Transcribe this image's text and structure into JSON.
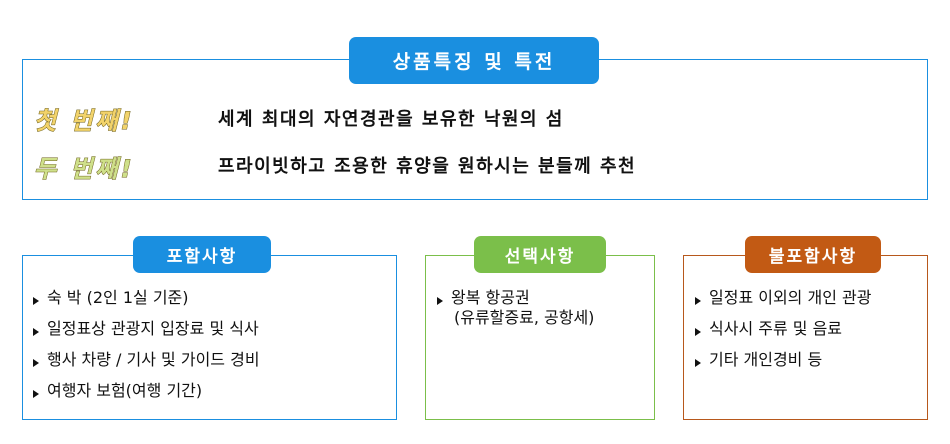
{
  "features": {
    "title": "상품특징 및 특전",
    "rows": [
      {
        "badge": "첫 번째!",
        "text": "세계 최대의 자연경관을 보유한 낙원의 섬"
      },
      {
        "badge": "두 번째!",
        "text": "프라이빗하고 조용한 휴양을 원하시는 분들께 추천"
      }
    ]
  },
  "included": {
    "title": "포함사항",
    "items": [
      "숙 박 (2인 1실 기준)",
      "일정표상 관광지 입장료 및 식사",
      "행사 차량 / 기사 및 가이드 경비",
      "여행자 보험(여행 기간)"
    ]
  },
  "optional": {
    "title": "선택사항",
    "items": [
      {
        "line1": "왕복 항공권",
        "line2": "(유류할증료, 공항세)"
      }
    ]
  },
  "excluded": {
    "title": "불포함사항",
    "items": [
      "일정표 이외의 개인 관광",
      "식사시 주류 및 음료",
      "기타 개인경비 등"
    ]
  },
  "colors": {
    "blue": "#1a8fe0",
    "green": "#7bbf4a",
    "orange": "#c25a14"
  }
}
